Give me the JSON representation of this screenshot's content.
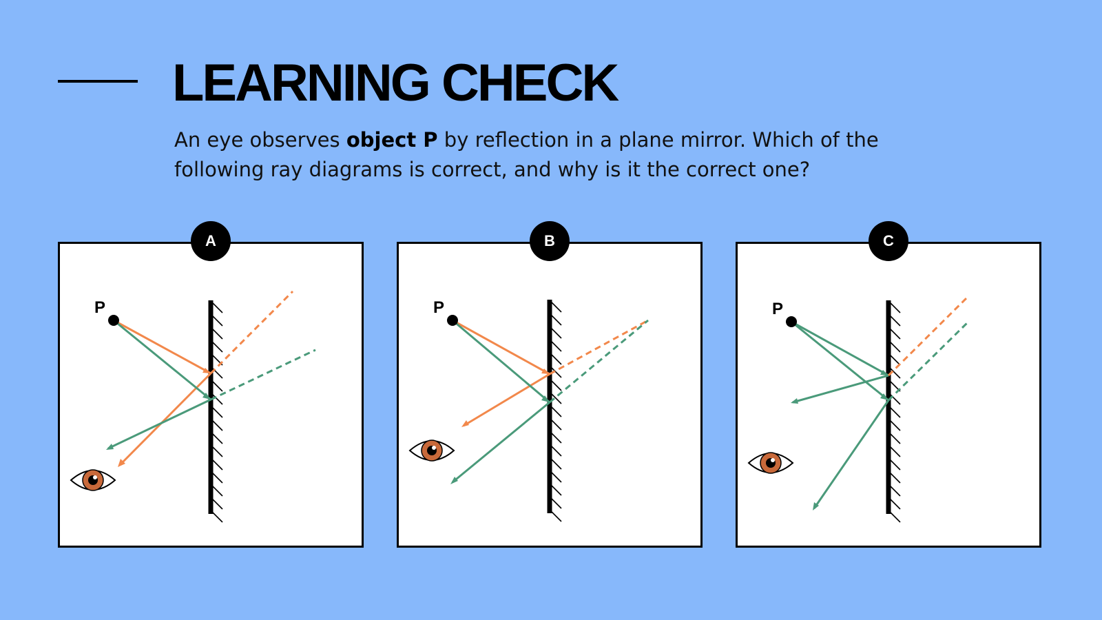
{
  "page": {
    "title": "LEARNING CHECK",
    "question": {
      "part1": "An eye observes ",
      "bold": "object P",
      "part2": " by reflection in a plane mirror. Which of the following ray diagrams is correct, and why is it the correct one?"
    }
  },
  "colors": {
    "background": "#87b8fb",
    "orange_ray": "#f2884b",
    "green_ray": "#4a9a7a",
    "iris": "#c8693a"
  },
  "icons": {
    "eye": "eye-icon",
    "object_point": "object-point"
  },
  "diagrams": [
    {
      "label": "A",
      "object_label": "P"
    },
    {
      "label": "B",
      "object_label": "P"
    },
    {
      "label": "C",
      "object_label": "P"
    }
  ]
}
